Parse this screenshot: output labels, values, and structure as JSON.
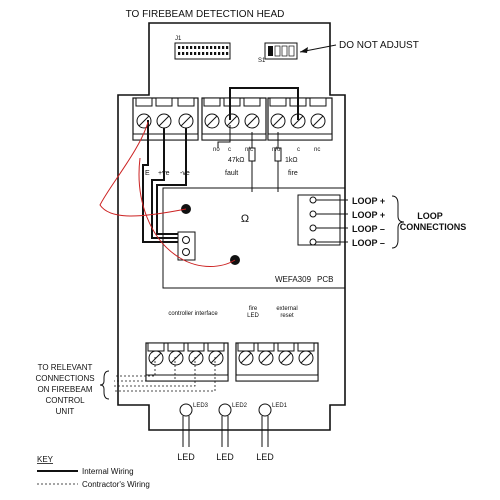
{
  "header": {
    "to_head": "TO FIREBEAM DETECTION HEAD",
    "j1": "J1",
    "s1": "S1",
    "do_not_adjust": "DO NOT ADJUST"
  },
  "upper_terminals": {
    "no1": "no",
    "c1": "c",
    "nc1": "n/c",
    "no2": "n/o",
    "c2": "c",
    "nc2": "nc",
    "r1": "47kΩ",
    "r2": "1kΩ",
    "fault": "fault",
    "fire": "fire",
    "e": "E",
    "pve": "+ve",
    "nve": "-ve"
  },
  "pcb": {
    "omega": "Ω",
    "name": "WEFA309",
    "pcb": "PCB"
  },
  "loop": {
    "items": [
      "LOOP +",
      "LOOP +",
      "LOOP –",
      "LOOP –"
    ],
    "title1": "LOOP",
    "title2": "CONNECTIONS"
  },
  "lower": {
    "controller": "controller interface",
    "fire1": "fire",
    "fire2": "LED",
    "ext1": "external",
    "ext2": "reset",
    "led3": "LED3",
    "led2": "LED2",
    "led1": "LED1",
    "led": "LED"
  },
  "left_note": {
    "l1": "TO RELEVANT",
    "l2": "CONNECTIONS",
    "l3": "ON FIREBEAM",
    "l4": "CONTROL",
    "l5": "UNIT"
  },
  "key": {
    "title": "KEY",
    "internal": "Internal Wiring",
    "contractor": "Contractor's Wiring"
  },
  "colors": {
    "ink": "#111111",
    "red_wire": "#cc2222",
    "panel_fill": "#ffffff"
  }
}
